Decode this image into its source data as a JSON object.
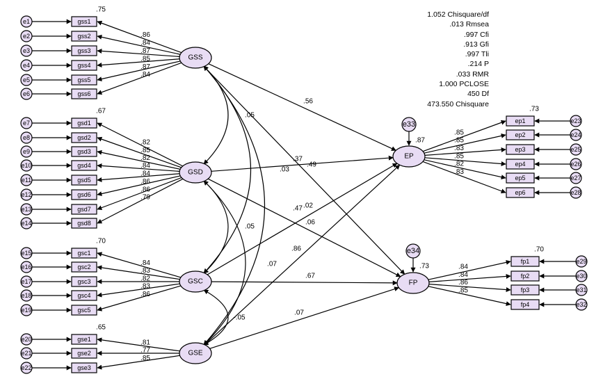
{
  "fit_stats": [
    "1.052 Chisquare/df",
    ".013 Rmsea",
    ".997 Cfi",
    ".913 Gfi",
    ".997 Tli",
    ".214 P",
    ".033 RMR",
    "1.000 PCLOSE",
    "450 Df",
    "473.550 Chisquare"
  ],
  "latents": [
    {
      "id": "GSS",
      "label": "GSS"
    },
    {
      "id": "GSD",
      "label": "GSD"
    },
    {
      "id": "GSC",
      "label": "GSC"
    },
    {
      "id": "GSE",
      "label": "GSE"
    },
    {
      "id": "EP",
      "label": "EP",
      "r2": ".87",
      "error": "e33"
    },
    {
      "id": "FP",
      "label": "FP",
      "r2": ".73",
      "error": "e34"
    }
  ],
  "indicator_groups": [
    {
      "factor": "GSS",
      "r2_first": ".75",
      "items": [
        {
          "label": "gss1",
          "error": "e1",
          "loading": ".86"
        },
        {
          "label": "gss2",
          "error": "e2",
          "loading": ".84"
        },
        {
          "label": "gss3",
          "error": "e3",
          "loading": ".87"
        },
        {
          "label": "gss4",
          "error": "e4",
          "loading": ".85"
        },
        {
          "label": "gss5",
          "error": "e5",
          "loading": ".87"
        },
        {
          "label": "gss6",
          "error": "e6",
          "loading": ".84"
        }
      ]
    },
    {
      "factor": "GSD",
      "r2_first": ".67",
      "items": [
        {
          "label": "gsd1",
          "error": "e7",
          "loading": ".82"
        },
        {
          "label": "gsd2",
          "error": "e8",
          "loading": ".85"
        },
        {
          "label": "gsd3",
          "error": "e9",
          "loading": ".82"
        },
        {
          "label": "gsd4",
          "error": "e10",
          "loading": ".84"
        },
        {
          "label": "gsd5",
          "error": "e11",
          "loading": ".84"
        },
        {
          "label": "gsd6",
          "error": "e12",
          "loading": ".86"
        },
        {
          "label": "gsd7",
          "error": "e13",
          "loading": ".86"
        },
        {
          "label": "gsd8",
          "error": "e14",
          "loading": ".79"
        }
      ]
    },
    {
      "factor": "GSC",
      "r2_first": ".70",
      "items": [
        {
          "label": "gsc1",
          "error": "e15",
          "loading": ".84"
        },
        {
          "label": "gsc2",
          "error": "e16",
          "loading": ".83"
        },
        {
          "label": "gsc3",
          "error": "e17",
          "loading": ".82"
        },
        {
          "label": "gsc4",
          "error": "e18",
          "loading": ".83"
        },
        {
          "label": "gsc5",
          "error": "e19",
          "loading": ".86"
        }
      ]
    },
    {
      "factor": "GSE",
      "r2_first": ".65",
      "items": [
        {
          "label": "gse1",
          "error": "e20",
          "loading": ".81"
        },
        {
          "label": "gse2",
          "error": "e21",
          "loading": ".77"
        },
        {
          "label": "gse3",
          "error": "e22",
          "loading": ".85"
        }
      ]
    },
    {
      "factor": "EP",
      "r2_first": ".73",
      "items": [
        {
          "label": "ep1",
          "error": "e23",
          "loading": ".85"
        },
        {
          "label": "ep2",
          "error": "e24",
          "loading": ".85"
        },
        {
          "label": "ep3",
          "error": "e25",
          "loading": ".83"
        },
        {
          "label": "ep4",
          "error": "e26",
          "loading": ".85"
        },
        {
          "label": "ep5",
          "error": "e27",
          "loading": ".82"
        },
        {
          "label": "ep6",
          "error": "e28",
          "loading": ".83"
        }
      ]
    },
    {
      "factor": "FP",
      "r2_first": ".70",
      "items": [
        {
          "label": "fp1",
          "error": "e29",
          "loading": ".84"
        },
        {
          "label": "fp2",
          "error": "e30",
          "loading": ".84"
        },
        {
          "label": "fp3",
          "error": "e31",
          "loading": ".86"
        },
        {
          "label": "fp4",
          "error": "e32",
          "loading": ".85"
        }
      ]
    }
  ],
  "paths": [
    {
      "from": "GSS",
      "to": "EP",
      "label": ".56"
    },
    {
      "from": "GSS",
      "to": "FP",
      "label": ".37"
    },
    {
      "from": "GSD",
      "to": "EP",
      "label": ".49"
    },
    {
      "from": "GSD",
      "to": "FP",
      "label": ".06"
    },
    {
      "from": "GSC",
      "to": "EP",
      "label": ".02"
    },
    {
      "from": "GSC",
      "to": "FP",
      "label": ".67"
    },
    {
      "from": "GSE",
      "to": "EP",
      "label": ".86"
    },
    {
      "from": "GSE",
      "to": "FP",
      "label": ".07"
    }
  ],
  "covariances": [
    {
      "a": "GSS",
      "b": "GSD",
      "label": ".05"
    },
    {
      "a": "GSS",
      "b": "GSC",
      "label": ".03"
    },
    {
      "a": "GSS",
      "b": "GSE",
      "label": ".47"
    },
    {
      "a": "GSD",
      "b": "GSC",
      "label": ".05"
    },
    {
      "a": "GSD",
      "b": "GSE",
      "label": ".07"
    },
    {
      "a": "GSC",
      "b": "GSE",
      "label": "-.05"
    }
  ],
  "colors": {
    "node_fill": "#e8dcf4",
    "stroke": "#000000",
    "background": "#ffffff"
  }
}
